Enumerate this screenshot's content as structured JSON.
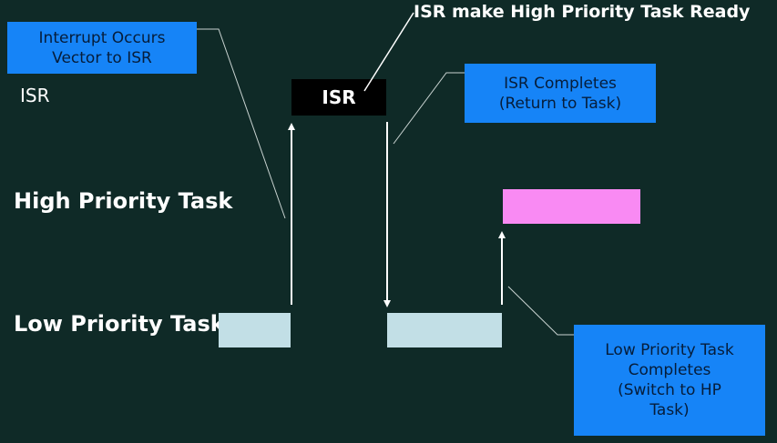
{
  "rows": {
    "isr": "ISR",
    "high": "High Priority Task",
    "low": "Low Priority Task"
  },
  "isr_box": "ISR",
  "annotations": {
    "interrupt": "Interrupt Occurs\nVector to ISR",
    "isr_ready": "ISR make High Priority Task Ready",
    "isr_complete": "ISR Completes\n(Return to Task)",
    "low_complete": "Low Priority Task\nCompletes\n(Switch to HP\nTask)"
  },
  "colors": {
    "background": "#0f2a27",
    "callout": "#1684f7",
    "low_task": "#c2dfe6",
    "high_task": "#f98af3",
    "isr": "#000000"
  }
}
